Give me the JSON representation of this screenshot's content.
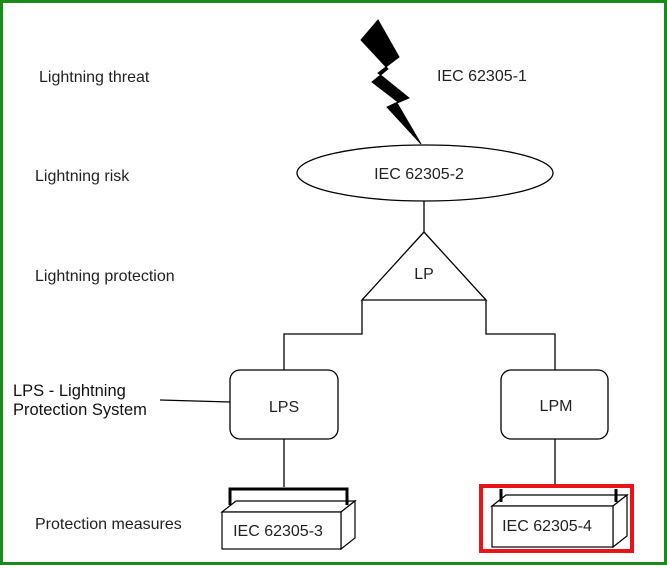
{
  "levels": {
    "threat": "Lightning threat",
    "risk": "Lightning risk",
    "protection": "Lightning protection",
    "measures": "Protection measures"
  },
  "lps_caption": {
    "line1": "LPS - Lightning",
    "line2": "Protection System"
  },
  "nodes": {
    "threat_standard": "IEC 62305-1",
    "risk_ellipse": "IEC 62305-2",
    "lp_triangle": "LP",
    "lps_box": "LPS",
    "lpm_box": "LPM",
    "measure_lps": "IEC 62305-3",
    "measure_lpm": "IEC 62305-4"
  },
  "colors": {
    "frame": "#1a8a1a",
    "highlight": "#e8141c",
    "bolt": "#000000"
  },
  "icons": {
    "lightning": "lightning-bolt-icon"
  }
}
